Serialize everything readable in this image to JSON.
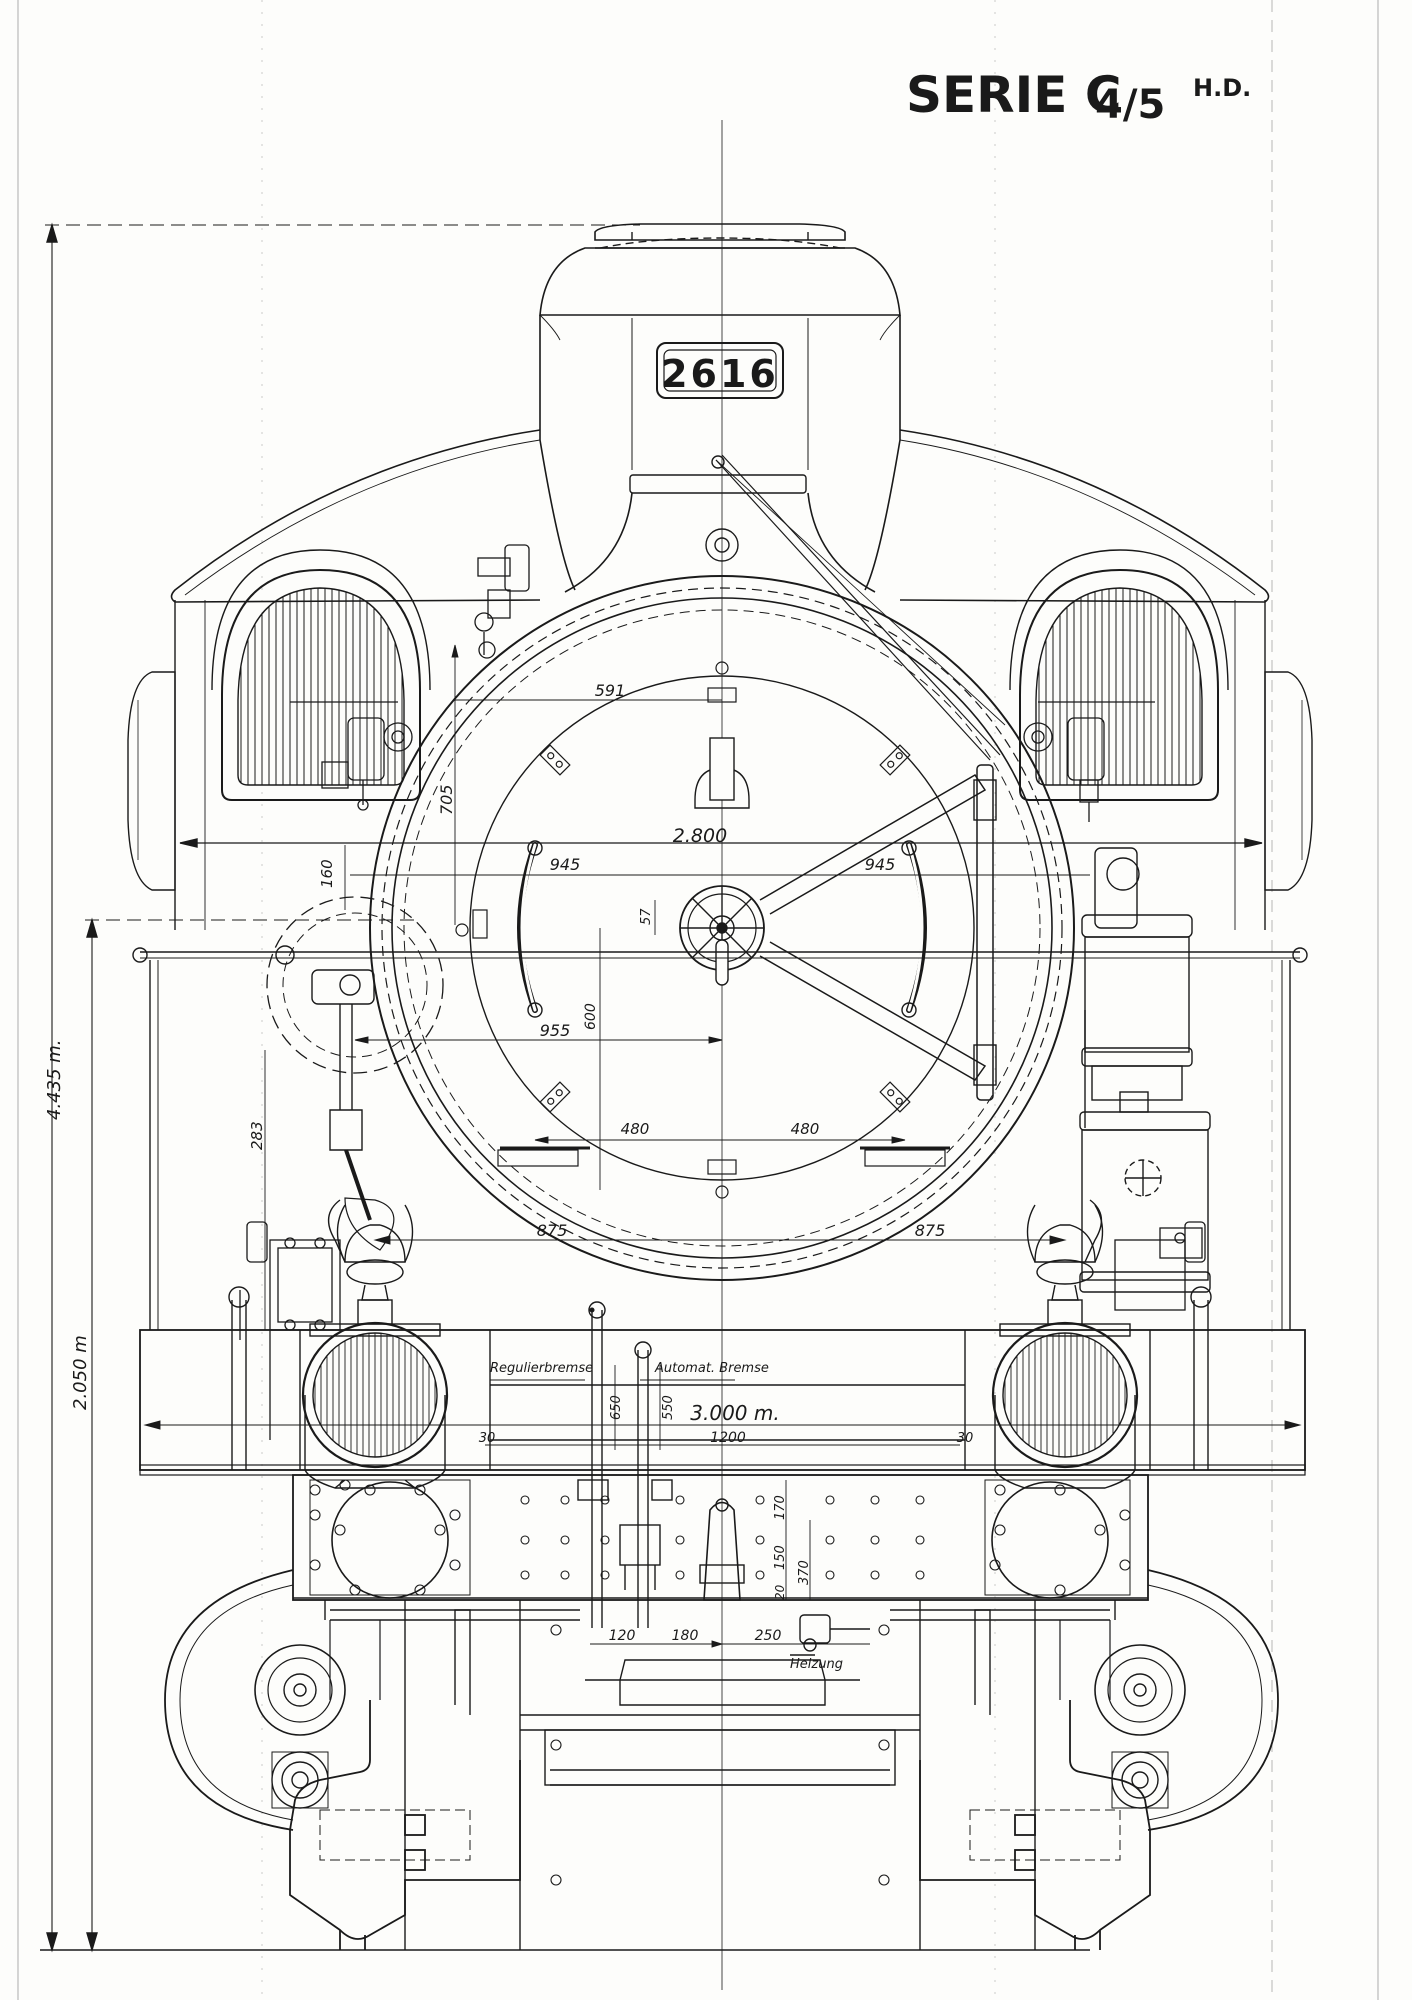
{
  "title": {
    "series": "SERIE C",
    "fraction": "4/5",
    "suffix": "H.D."
  },
  "number_plate": "2616",
  "dimensions": {
    "overall_height": "4.435 m.",
    "platform_height": "2.050 m",
    "buffer_width": "3.000 m.",
    "running_board_width": "2.800",
    "d591": "591",
    "d705": "705",
    "d945_left": "945",
    "d945_right": "945",
    "d160": "160",
    "d955": "955",
    "d600": "600",
    "d57": "57",
    "d283": "283",
    "d480_left": "480",
    "d480_right": "480",
    "d875_left": "875",
    "d875_right": "875",
    "d650": "650",
    "d550": "550",
    "d30_left": "30",
    "d30_right": "30",
    "d1200": "1200",
    "d170": "170",
    "d150": "150",
    "d20": "20",
    "d370": "370",
    "d120": "120",
    "d180": "180",
    "d250": "250"
  },
  "labels": {
    "regulier_bremse": "Regulierbremse",
    "automat_bremse": "Automat. Bremse",
    "heizung": "Heizung"
  },
  "colors": {
    "ink": "#1a1a1a",
    "paper": "#fdfdfb"
  }
}
